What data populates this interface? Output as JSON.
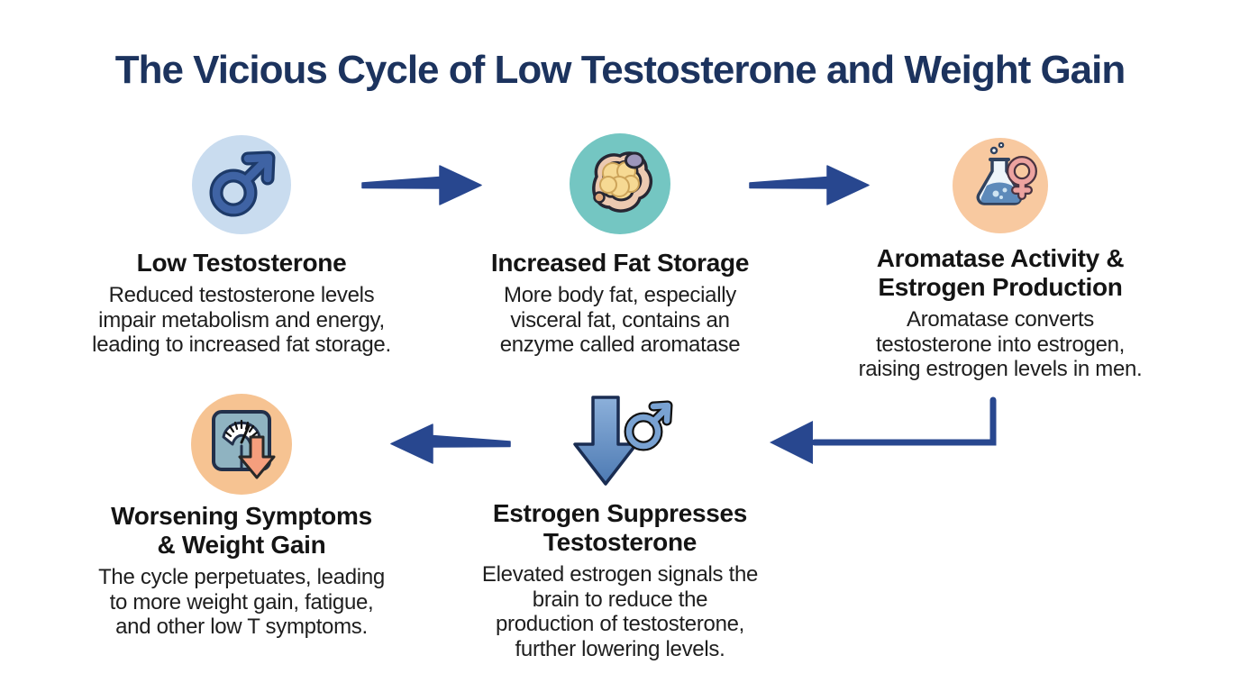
{
  "title": "The Vicious Cycle of Low Testosterone and Weight Gain",
  "colors": {
    "title_navy": "#1c335e",
    "arrow_navy": "#28478f",
    "node1_circle_bg": "#c9dcef",
    "node2_circle_bg": "#74c6c2",
    "node3_circle_bg": "#f8c9a0",
    "node5_circle_bg": "#f6c392",
    "text_black": "#141414"
  },
  "nodes": [
    {
      "id": "low-testosterone",
      "icon": "male-symbol-icon",
      "title": "Low Testosterone",
      "description": "Reduced testosterone levels\nimpair metabolism and energy,\nleading to increased fat storage."
    },
    {
      "id": "increased-fat-storage",
      "icon": "fat-cell-icon",
      "title": "Increased Fat Storage",
      "description": "More body fat, especially\nvisceral fat, contains an\nenzyme called aromatase"
    },
    {
      "id": "aromatase-estrogen",
      "icon": "flask-female-symbol-icon",
      "title": "Aromatase Activity &\nEstrogen Production",
      "description": "Aromatase converts\ntestosterone into estrogen,\nraising estrogen levels in men."
    },
    {
      "id": "estrogen-suppresses-testosterone",
      "icon": "down-arrow-male-symbol-icon",
      "title": "Estrogen Suppresses\nTestosterone",
      "description": "Elevated estrogen signals the\nbrain to reduce the\nproduction of testosterone,\nfurther lowering levels."
    },
    {
      "id": "worsening-symptoms",
      "icon": "weight-scale-down-arrow-icon",
      "title": "Worsening Symptoms\n& Weight Gain",
      "description": "The cycle perpetuates, leading\nto more weight gain, fatigue,\nand other low T symptoms."
    }
  ],
  "arrows": [
    {
      "from": "low-testosterone",
      "to": "increased-fat-storage",
      "direction": "right"
    },
    {
      "from": "increased-fat-storage",
      "to": "aromatase-estrogen",
      "direction": "right"
    },
    {
      "from": "aromatase-estrogen",
      "to": "estrogen-suppresses-testosterone",
      "direction": "down-then-left"
    },
    {
      "from": "estrogen-suppresses-testosterone",
      "to": "worsening-symptoms",
      "direction": "left"
    }
  ]
}
